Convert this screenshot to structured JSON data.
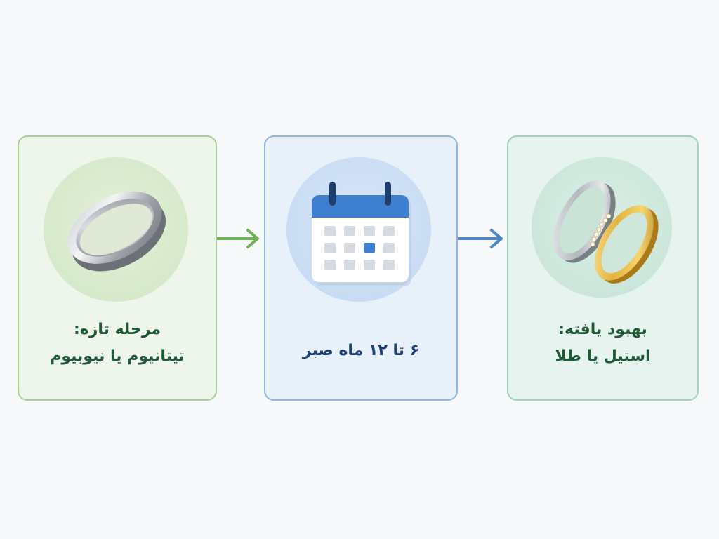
{
  "steps": [
    {
      "line1": "مرحله تازه:",
      "line2": "تیتانیوم یا نیوبیوم",
      "icon": "titanium-ring-icon",
      "accent": "#a7cf95"
    },
    {
      "line1": "۶ تا ۱۲ ماه صبر",
      "icon": "calendar-icon",
      "accent": "#8fb5e0"
    },
    {
      "line1": "بهبود یافته:",
      "line2": "استیل یا طلا",
      "icon": "steel-and-gold-rings-icon",
      "accent": "#9dd2bd"
    }
  ],
  "arrows": [
    {
      "icon": "arrow-right-icon",
      "color": "#6fb356"
    },
    {
      "icon": "arrow-right-icon",
      "color": "#4a86c8"
    }
  ]
}
